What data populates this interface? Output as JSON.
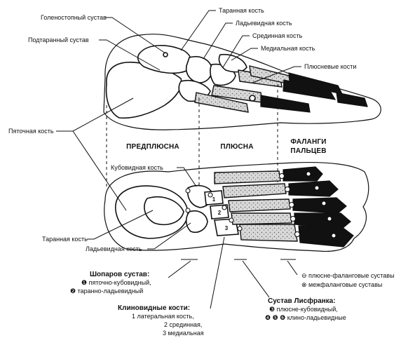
{
  "labels": {
    "ankle_joint": "Голеностопный сустав",
    "talus_top": "Таранная кость",
    "navicular_top": "Ладьевидная кость",
    "subtalar_joint": "Подтаранный сустав",
    "intermediate_bone": "Срединная кость",
    "medial_bone": "Медиальная кость",
    "metatarsals": "Плюсневые кости",
    "calcaneus": "Пяточная кость",
    "tarsus": "ПРЕДПЛЮСНА",
    "metatarsus": "ПЛЮСНА",
    "phalanges_line1": "ФАЛАНГИ",
    "phalanges_line2": "ПАЛЬЦЕВ",
    "cuboid": "Кубовидная кость",
    "talus_bottom": "Таранная кость",
    "navicular_bottom": "Ладьевидная кость"
  },
  "chopart": {
    "title": "Шопаров сустав:",
    "item1": "❶ пяточно-кубовидный,",
    "item2": "❷ таранно-ладьевидный"
  },
  "cuneiform": {
    "title": "Клиновидные кости:",
    "line1": "1 латеральная кость,",
    "line2": "2 срединная,",
    "line3": "3 медиальная"
  },
  "lisfranc": {
    "title": "Сустав Лисфранка:",
    "item1": "❸ плюсне-кубовидный,",
    "item2": "❹ ❺ ❻ клино-ладьевидные"
  },
  "legend": {
    "item1": "⊖ плюсне-фаланговые суставы",
    "item2": "⊗ межфаланговые суставы"
  },
  "markers": {
    "m1": "1",
    "m2": "2",
    "m3": "3"
  }
}
